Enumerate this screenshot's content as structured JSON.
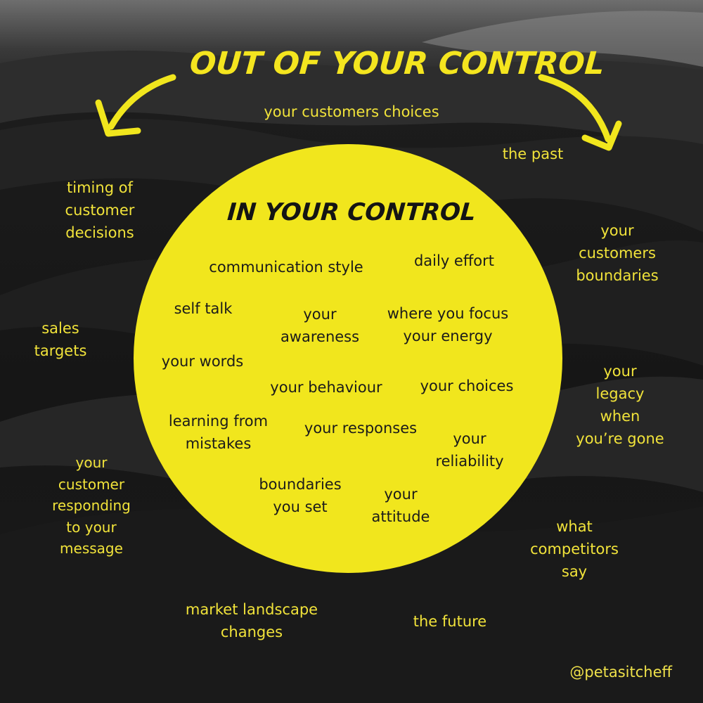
{
  "colors": {
    "accent_yellow": "#f1e61d",
    "background": "#161616",
    "ink": "#1b1b1b"
  },
  "out_title": "OUT OF YOUR CONTROL",
  "in_title": "IN YOUR CONTROL",
  "icons": {
    "left_arrow": "curved-arrow-down-left-icon",
    "right_arrow": "curved-arrow-down-right-icon"
  },
  "in_control": [
    "communication style",
    "daily effort",
    "self talk",
    "your\nawareness",
    "where you focus\nyour energy",
    "your words",
    "your behaviour",
    "your choices",
    "learning from\nmistakes",
    "your responses",
    "your\nreliability",
    "boundaries\nyou set",
    "your\nattitude"
  ],
  "out_control": [
    "your customers choices",
    "the past",
    "timing of\ncustomer\ndecisions",
    "your\ncustomers\nboundaries",
    "sales\ntargets",
    "your\nlegacy\nwhen\nyou’re gone",
    "your\ncustomer\nresponding\nto your\nmessage",
    "what\ncompetitors\nsay",
    "market landscape\nchanges",
    "the future"
  ],
  "credit": "@petasitcheff"
}
